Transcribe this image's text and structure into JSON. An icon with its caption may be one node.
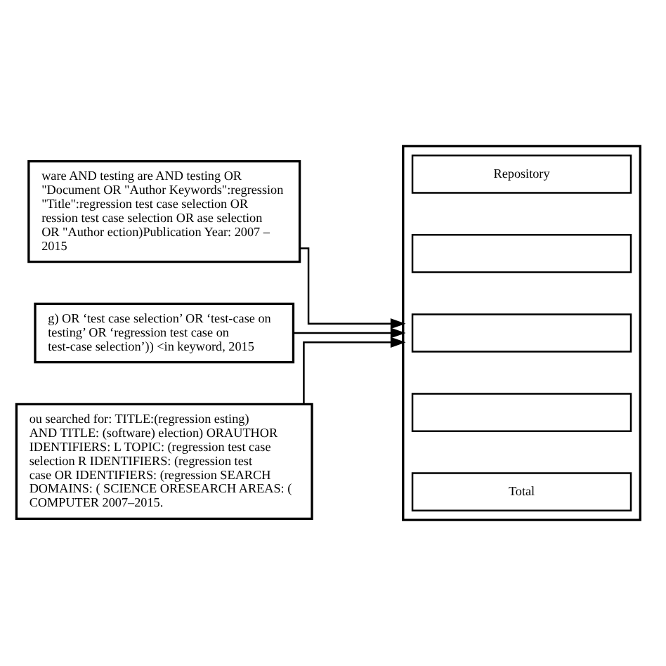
{
  "diagram": {
    "nodes": [
      {
        "text": [
          "ware AND testing are AND testing OR \"Document OR \"Author Keywords\":regression \"Title\":regression test case selection OR ression test case selection OR ase selection OR \"Author ection)Publication Year: 2007 – 2015"
        ]
      },
      {
        "text": [
          "g) OR ‘test case selection’ OR ‘test-case on testing’ OR ‘regression test case on test-case selection’)) <in keyword, 2015"
        ]
      },
      {
        "text": [
          "ou searched for: TITLE:(regression esting) AND TITLE: (software) election) ORAUTHOR IDENTIFIERS: L TOPIC: (regression test case selection R IDENTIFIERS: (regression test case OR IDENTIFIERS: (regression SEARCH DOMAINS: ( SCIENCE ORESEARCH AREAS: ( COMPUTER 2007–2015."
        ]
      },
      {
        "text": [],
        "shape": "box"
      },
      {
        "text": [
          "Repository"
        ],
        "in": 3
      },
      {
        "text": [],
        "shape": "box",
        "in": 3
      },
      {
        "text": [],
        "shape": "box",
        "in": 3
      },
      {
        "text": [],
        "shape": "box",
        "in": 3
      },
      {
        "text": [
          "Total"
        ],
        "in": 3
      }
    ],
    "edges": [
      {
        "from": 0,
        "to": 3,
        "arrow": "to"
      },
      {
        "from": 1,
        "to": 3,
        "arrow": "to"
      },
      {
        "from": 2,
        "to": 3,
        "arrow": "to"
      }
    ]
  }
}
